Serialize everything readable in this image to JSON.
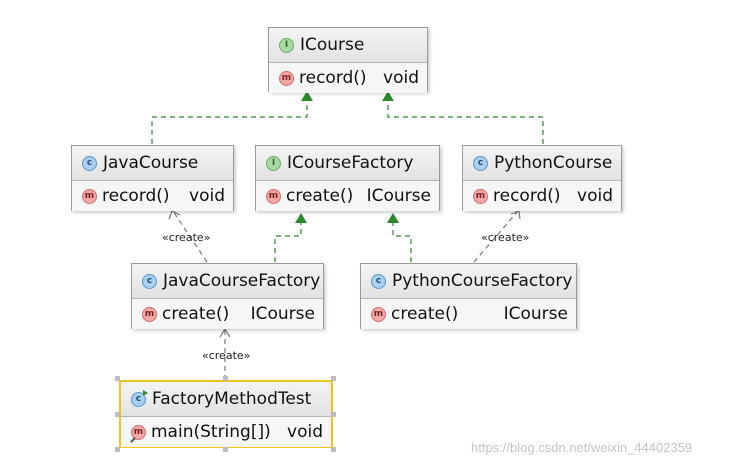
{
  "boxes": {
    "icourse": {
      "kind": "interface",
      "badge": "I",
      "name": "ICourse",
      "methods": [
        {
          "name": "record()",
          "type": "void"
        }
      ]
    },
    "java_course": {
      "kind": "class",
      "badge": "c",
      "name": "JavaCourse",
      "methods": [
        {
          "name": "record()",
          "type": "void"
        }
      ]
    },
    "icourse_factory": {
      "kind": "interface",
      "badge": "I",
      "name": "ICourseFactory",
      "methods": [
        {
          "name": "create()",
          "type": "ICourse"
        }
      ]
    },
    "python_course": {
      "kind": "class",
      "badge": "c",
      "name": "PythonCourse",
      "methods": [
        {
          "name": "record()",
          "type": "void"
        }
      ]
    },
    "java_course_factory": {
      "kind": "class",
      "badge": "c",
      "name": "JavaCourseFactory",
      "methods": [
        {
          "name": "create()",
          "type": "ICourse"
        }
      ]
    },
    "python_course_factory": {
      "kind": "class",
      "badge": "c",
      "name": "PythonCourseFactory",
      "methods": [
        {
          "name": "create()",
          "type": "ICourse"
        }
      ]
    },
    "factory_method_test": {
      "kind": "class",
      "badge": "c",
      "name": "FactoryMethodTest",
      "methods": [
        {
          "name": "main(String[])",
          "type": "void"
        }
      ]
    }
  },
  "badge_letters": {
    "method": "m"
  },
  "stereotypes": {
    "java_create": "«create»",
    "python_create": "«create»",
    "test_create": "«create»"
  },
  "colors": {
    "realization": "#2a8a2a",
    "dependency": "#7a7a7a",
    "selection": "#f0c419"
  },
  "watermark": "https://blog.csdn.net/weixin_44402359"
}
